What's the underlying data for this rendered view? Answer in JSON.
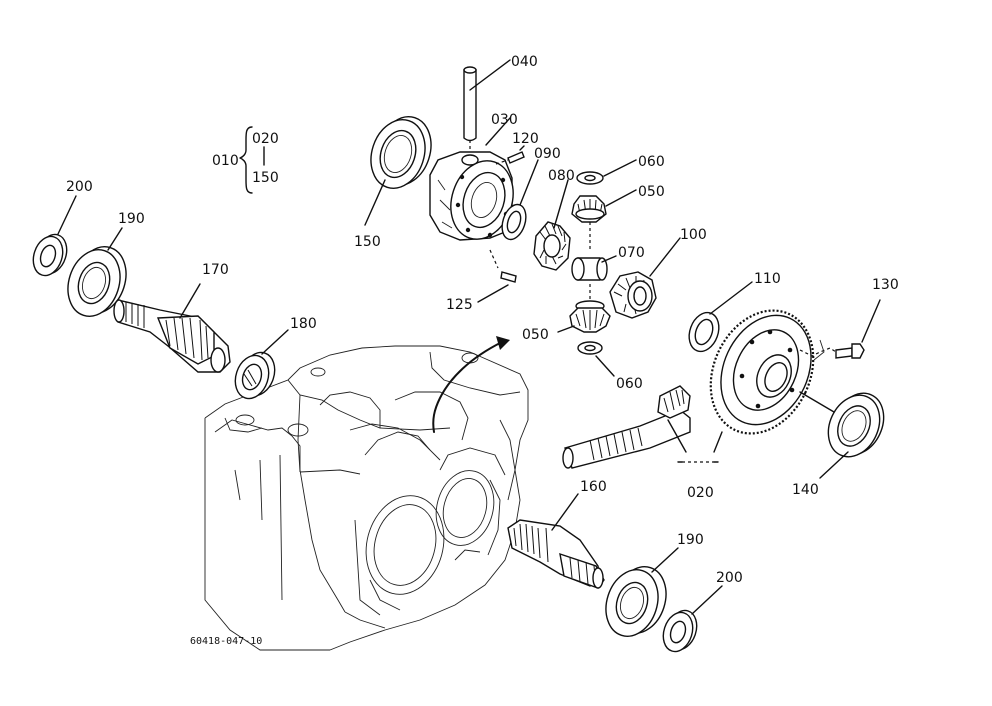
{
  "group": {
    "parent": "010",
    "from": "020",
    "to": "150"
  },
  "callouts": {
    "c040": "040",
    "c030": "030",
    "c120": "120",
    "c090": "090",
    "c060a": "060",
    "c080": "080",
    "c050a": "050",
    "c150": "150",
    "c070": "070",
    "c100": "100",
    "c110": "110",
    "c130": "130",
    "c125": "125",
    "c050b": "050",
    "c060b": "060",
    "c200a": "200",
    "c190a": "190",
    "c170": "170",
    "c180": "180",
    "c020": "020",
    "c140": "140",
    "c160": "160",
    "c190b": "190",
    "c200b": "200"
  },
  "drawing_number": "60418-047-10"
}
